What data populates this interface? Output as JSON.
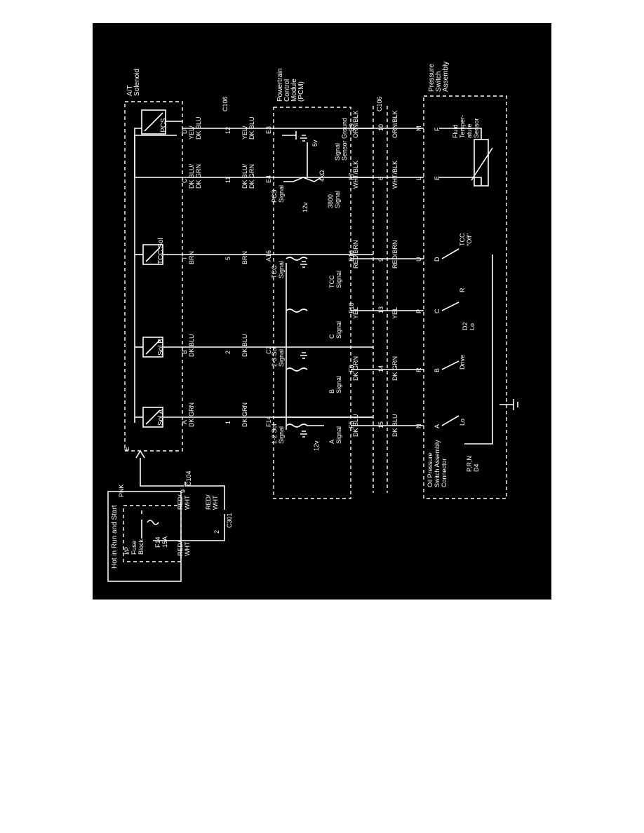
{
  "diagram": {
    "supply": {
      "title": "Hot in Run and Start",
      "fuse_block": "I/P\nFuse\nBlock",
      "fuse_id": "F14",
      "fuse_rating": "15A"
    },
    "connectors": {
      "c301": "C301",
      "c301_pin": "2",
      "c104": "C104",
      "c104_pin": "9",
      "c106_top": "C106",
      "c106_bottom": "C106"
    },
    "modules": {
      "at_solenoid": "A/T\nSolenoid",
      "pcm": "Powertrain\nControl\nModule\n(PCM)",
      "pressure_switch": "Pressure\nSwitch\nAssembly",
      "oil_pressure_connector": "Oil Pressure\nSwitch Assembly\nConnector"
    },
    "wires": {
      "red_wht": "RED/\nWHT",
      "pnk": "PNK",
      "dk_grn": "DK GRN",
      "dk_blu": "DK BLU",
      "brn": "BRN",
      "dk_blu_dk_grn": "DK BLU/\nDK GRN",
      "yel_dk_blu": "YEL/\nDK BLU",
      "red_brn": "RED/BRN",
      "yel": "YEL",
      "wht_blk": "WHT/BLK",
      "orn_blk": "ORN/BLK"
    },
    "components": {
      "sol_a": "Sol A",
      "sol_b": "Sol B",
      "tcc_sol": "TCC Sol",
      "pcs": "PCS",
      "fluid_temp_sensor": "Fluid\nTemper-\nature\nSensor",
      "tcc_off": "TCC\n\"Off\"",
      "switch_d4": "P,R,N\nD4",
      "switch_lo": "Lo",
      "switch_drive": "Drive",
      "switch_d2": "D2\nLo",
      "switch_r": "R"
    },
    "pcm_signals": {
      "sol_12": "1-2 Sol\nSignal",
      "sol_23": "2-3 Sol\nSignal",
      "tcc_signal": "TCC\nSignal",
      "pcs_signal": "PCS\nSignal",
      "a_signal": "A\nSignal",
      "b_signal": "B\nSignal",
      "c_signal": "C\nSignal",
      "tcc_signal2": "TCC\nSignal",
      "signal_3800": "3800\nSignal",
      "signal": "Signal",
      "sensor_ground": "Sensor Ground",
      "v12_a": "12v",
      "v12_b": "12v",
      "v5": "5v",
      "r4k": "4kΩ"
    },
    "pins": {
      "sol_e": "E",
      "sol_a": "A",
      "sol_b": "B",
      "sol_t": "T",
      "sol_c": "C",
      "sol_d": "D",
      "c106_1": "1",
      "c106_2": "2",
      "c106_5": "5",
      "c106_11": "11",
      "c106_12": "12",
      "pcm_f14": "F14",
      "pcm_c2": "C2",
      "pcm_a16": "A16",
      "pcm_e4": "E4",
      "pcm_e3": "E3",
      "pcm_f5": "F5",
      "pcm_f6": "F6",
      "pcm_f10": "F10",
      "pcm_e10": "E10",
      "pcm_f7": "F7",
      "pcm_e9": "E9",
      "c106b_15": "15",
      "c106b_14": "14",
      "c106b_13": "13",
      "c106b_9": "9",
      "c106b_6": "6",
      "c106b_10": "10",
      "ps_n": "N",
      "ps_r": "R",
      "ps_p": "P",
      "ps_u": "U",
      "ps_l": "L",
      "ps_m": "M",
      "ps_a": "A",
      "ps_b": "B",
      "ps_c": "C",
      "ps_d": "D",
      "ps_e": "E",
      "ps_f": "F"
    }
  }
}
